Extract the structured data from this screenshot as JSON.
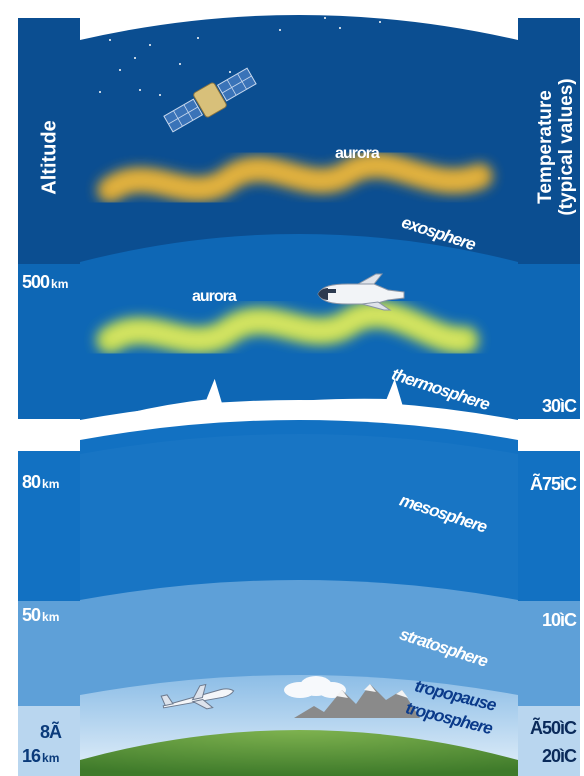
{
  "left_axis": {
    "title": "Altitude",
    "markers": [
      {
        "value": "500",
        "unit": "km"
      },
      {
        "value": "80",
        "unit": "km"
      },
      {
        "value": "50",
        "unit": "km"
      },
      {
        "value": "8Ã",
        "unit": ""
      },
      {
        "value": "16",
        "unit": "km"
      }
    ]
  },
  "right_axis": {
    "title_line1": "Temperature",
    "title_line2": "(typical values)",
    "markers": [
      "30ìC",
      "Ã75ìC",
      "10ìC",
      "Ã50ìC",
      "20ìC"
    ]
  },
  "layers": {
    "exosphere": "exosphere",
    "thermosphere": "thermosphere",
    "mesosphere": "mesosphere",
    "stratosphere": "stratosphere",
    "tropopause": "tropopause",
    "troposphere": "troposphere"
  },
  "auroras": {
    "upper": "aurora",
    "lower": "aurora"
  },
  "colors": {
    "exosphere": "#0b4e91",
    "thermosphere": "#0e67b5",
    "mesosphere": "#1875c4",
    "stratosphere": "#5ea0d8",
    "troposphere": "#c7dff2",
    "ground": "#5e9a3a",
    "aurora_upper": "#e0a82a",
    "aurora_lower": "#c8e04a"
  }
}
